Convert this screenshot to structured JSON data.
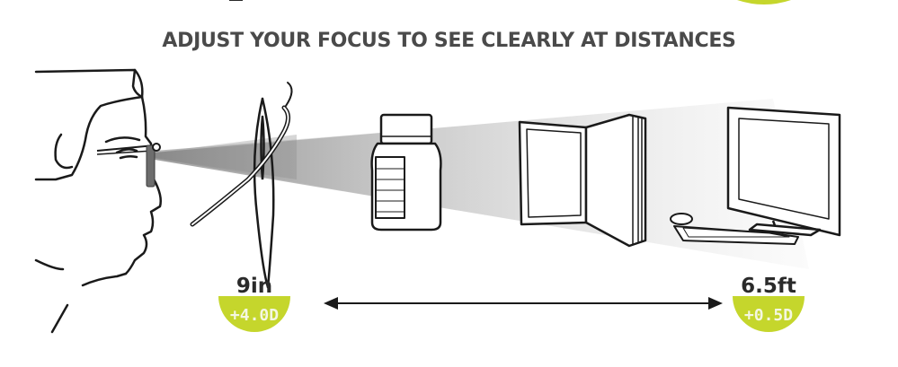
{
  "title": "ADJUST YOUR FOCUS TO SEE CLEARLY AT DISTANCES",
  "near": {
    "distance": "9in",
    "power": "+4.0D"
  },
  "far": {
    "distance": "6.5ft",
    "power": "+0.5D"
  },
  "colors": {
    "accent": "#c5d62c",
    "title": "#4a4a4a",
    "line": "#2a2a2a"
  },
  "icons": [
    "face-profile-icon",
    "reading-glasses-icon",
    "needle-thread-icon",
    "pill-bottle-icon",
    "open-book-icon",
    "computer-monitor-icon",
    "keyboard-icon",
    "mouse-icon",
    "double-arrow-icon"
  ]
}
